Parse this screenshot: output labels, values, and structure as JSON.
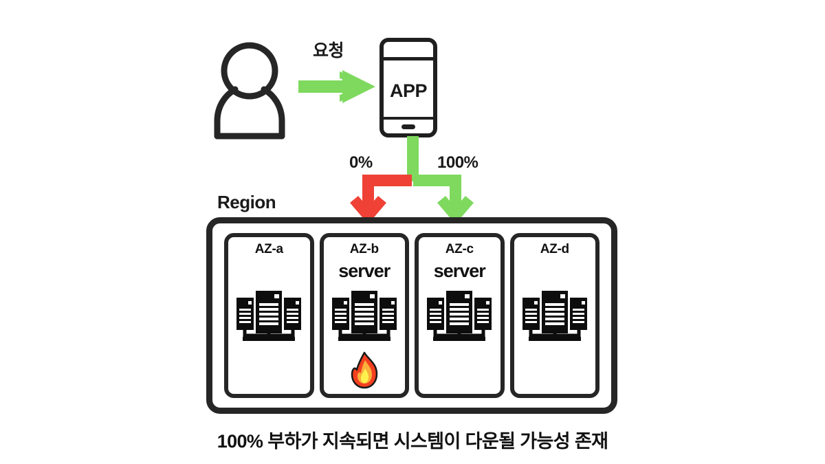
{
  "diagram": {
    "title": "AZ load distribution failure diagram",
    "caption": "100% 부하가 지속되면 시스템이 다운될 가능성 존재"
  },
  "colors": {
    "green": "#7ED95E",
    "red": "#EF4136",
    "dark": "#262626",
    "text": "#111111",
    "fire_outer": "#F4401F",
    "fire_mid": "#FBB03B",
    "fire_inner": "#FFF04D",
    "background": "#FFFFFF"
  },
  "client": {
    "icon": "user-icon",
    "request_label": "요청",
    "arrow_icon": "green-right-arrow-icon"
  },
  "app": {
    "icon": "smartphone-icon",
    "screen_text": "APP"
  },
  "traffic": {
    "left_branch": {
      "percent_label": "0%",
      "color": "#EF4136",
      "arrow_icon": "red-down-arrow-icon",
      "target": "AZ-b"
    },
    "right_branch": {
      "percent_label": "100%",
      "color": "#7ED95E",
      "arrow_icon": "green-down-arrow-icon",
      "target": "AZ-c"
    }
  },
  "region": {
    "label": "Region",
    "zones": [
      {
        "name": "AZ-a",
        "server_label": "",
        "has_server_label": false,
        "rack_icon": "server-rack-icon",
        "status_icon": "",
        "on_fire": false
      },
      {
        "name": "AZ-b",
        "server_label": "server",
        "has_server_label": true,
        "rack_icon": "server-rack-icon",
        "status_icon": "fire-icon",
        "on_fire": true
      },
      {
        "name": "AZ-c",
        "server_label": "server",
        "has_server_label": true,
        "rack_icon": "server-rack-icon",
        "status_icon": "",
        "on_fire": false
      },
      {
        "name": "AZ-d",
        "server_label": "",
        "has_server_label": false,
        "rack_icon": "server-rack-icon",
        "status_icon": "",
        "on_fire": false
      }
    ]
  }
}
